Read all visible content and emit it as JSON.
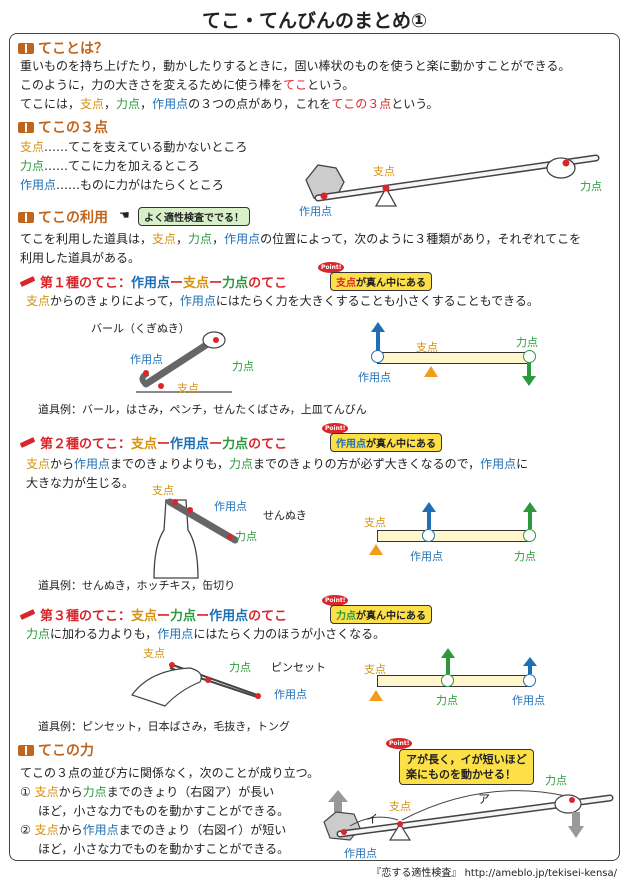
{
  "title": "てこ・てんびんのまとめ①",
  "s1": {
    "heading": "てことは？",
    "l1": "重いものを持ち上げたり，動かしたりするときに，固い棒状のものを使うと楽に動かすことができる。",
    "l2a": "このように，力の大きさを変えるために使う棒を",
    "l2b": "てこ",
    "l2c": "という。",
    "l3a": "てこには，",
    "l3b": "支点",
    "l3c": "，",
    "l3d": "力点",
    "l3e": "，",
    "l3f": "作用点",
    "l3g": "の３つの点があり，これを",
    "l3h": "てこの３点",
    "l3i": "という。"
  },
  "s2": {
    "heading": "てこの３点",
    "d1a": "支点",
    "d1b": "……てこを支えている動かないところ",
    "d2a": "力点",
    "d2b": "……てこに力を加えるところ",
    "d3a": "作用点",
    "d3b": "……ものに力がはたらくところ",
    "fig": {
      "fulcrum": "支点",
      "effort": "力点",
      "load": "作用点"
    }
  },
  "s3": {
    "heading": "てこの利用",
    "badge": "よく適性検査ででる！",
    "p1a": "てこを利用した道具は，",
    "p1b": "支点",
    "p1c": "，",
    "p1d": "力点",
    "p1e": "，",
    "p1f": "作用点",
    "p1g": "の位置によって，次のように３種類があり，それぞれてこを",
    "p2": "利用した道具がある。"
  },
  "k1": {
    "h1": "第１種のてこ：",
    "h2": "作用点",
    "h3": "ー",
    "h4": "支点",
    "h5": "ー",
    "h6": "力点",
    "h7": "のてこ",
    "point": "Point!",
    "note_a": "支点",
    "note_b": "が真ん中にある",
    "d_a": "支点",
    "d_b": "からのきょりによって，",
    "d_c": "作用点",
    "d_d": "にはたらく力を大きくすることも小さくすることもできる。",
    "tool_name": "バール（くぎぬき）",
    "ill": {
      "load": "作用点",
      "effort": "力点",
      "fulcrum": "支点"
    },
    "dia": {
      "fulcrum": "支点",
      "effort": "力点",
      "load": "作用点"
    },
    "examples": "道具例：バール，はさみ，ペンチ，せんたくばさみ，上皿てんびん"
  },
  "k2": {
    "h1": "第２種のてこ：",
    "h2": "支点",
    "h3": "ー",
    "h4": "作用点",
    "h5": "ー",
    "h6": "力点",
    "h7": "のてこ",
    "point": "Point!",
    "note_a": "作用点",
    "note_b": "が真ん中にある",
    "d1a": "支点",
    "d1b": "から",
    "d1c": "作用点",
    "d1d": "までのきょりよりも，",
    "d1e": "力点",
    "d1f": "までのきょりの方が必ず大きくなるので，",
    "d1g": "作用点",
    "d1h": "に",
    "d2": "大きな力が生じる。",
    "tool_name": "せんぬき",
    "ill": {
      "fulcrum": "支点",
      "load": "作用点",
      "effort": "力点"
    },
    "dia": {
      "fulcrum": "支点",
      "load": "作用点",
      "effort": "力点"
    },
    "examples": "道具例：せんぬき，ホッチキス，缶切り"
  },
  "k3": {
    "h1": "第３種のてこ：",
    "h2": "支点",
    "h3": "ー",
    "h4": "力点",
    "h5": "ー",
    "h6": "作用点",
    "h7": "のてこ",
    "point": "Point!",
    "note_a": "力点",
    "note_b": "が真ん中にある",
    "d_a": "力点",
    "d_b": "に加わる力よりも，",
    "d_c": "作用点",
    "d_d": "にはたらく力のほうが小さくなる。",
    "tool_name": "ピンセット",
    "ill": {
      "fulcrum": "支点",
      "effort": "力点",
      "load": "作用点"
    },
    "dia": {
      "fulcrum": "支点",
      "effort": "力点",
      "load": "作用点"
    },
    "examples": "道具例：ピンセット，日本ばさみ，毛抜き，トング"
  },
  "s4": {
    "heading": "てこの力",
    "intro": "てこの３点の並び方に関係なく，次のことが成り立つ。",
    "i1_num": "①",
    "i1a": "支点",
    "i1b": "から",
    "i1c": "力点",
    "i1d": "までのきょり（右図ア）が長い",
    "i1e": "ほど，小さな力でものを動かすことができる。",
    "i2_num": "②",
    "i2a": "支点",
    "i2b": "から",
    "i2c": "作用点",
    "i2d": "までのきょり（右図イ）が短い",
    "i2e": "ほど，小さな力でものを動かすことができる。",
    "point": "Point!",
    "bubble1": "アが長く，イが短いほど",
    "bubble2": "楽にものを動かせる！",
    "fig": {
      "effort": "力点",
      "fulcrum": "支点",
      "load": "作用点",
      "a": "ア",
      "i": "イ"
    }
  },
  "footer": "『恋する適性検査』 http://ameblo.jp/tekisei-kensa/",
  "colors": {
    "fulcrum": "#d4920f",
    "effort": "#2c9a3c",
    "load": "#1f6fb5",
    "accent": "#d8262b"
  }
}
